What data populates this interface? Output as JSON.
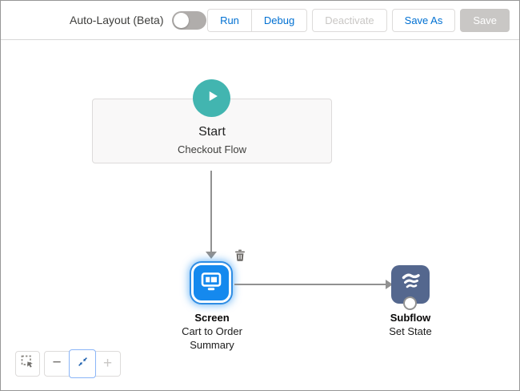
{
  "header": {
    "auto_layout_label": "Auto-Layout (Beta)",
    "toggle_state": "off",
    "run_label": "Run",
    "debug_label": "Debug",
    "deactivate_label": "Deactivate",
    "save_as_label": "Save As",
    "save_label": "Save"
  },
  "flow": {
    "start": {
      "title": "Start",
      "subtitle": "Checkout Flow"
    },
    "screen": {
      "type": "Screen",
      "name": "Cart to Order Summary"
    },
    "subflow": {
      "type": "Subflow",
      "name": "Set State"
    }
  },
  "zoom_controls": {
    "zoom_out_glyph": "−",
    "zoom_in_glyph": "+"
  },
  "icons": {
    "play": "play-icon",
    "trash": "trash-icon",
    "screen": "monitor-icon",
    "subflow": "flow-waves-icon",
    "select_tool": "marquee-select-icon",
    "fit_view": "compress-arrows-icon"
  },
  "colors": {
    "accent_blue": "#0070d2",
    "screen_blue": "#1589ee",
    "start_teal": "#42b5b0",
    "subflow_navy": "#54678e",
    "connector_gray": "#919191",
    "disabled_gray": "#c9c7c5"
  }
}
